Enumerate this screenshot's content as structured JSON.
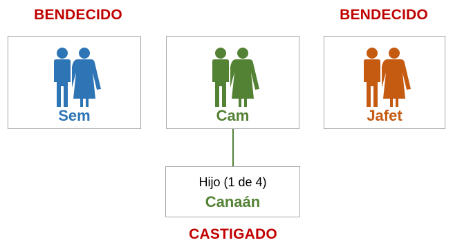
{
  "labels": {
    "left_status": "BENDECIDO",
    "right_status": "BENDECIDO",
    "bottom_status": "CASTIGADO"
  },
  "sons": [
    {
      "name": "Sem",
      "color": "#2e75b6",
      "icon": "couple-icon"
    },
    {
      "name": "Cam",
      "color": "#548235",
      "icon": "couple-icon"
    },
    {
      "name": "Jafet",
      "color": "#c55a11",
      "icon": "couple-icon"
    }
  ],
  "child": {
    "caption": "Hijo (1 de 4)",
    "name": "Canaán",
    "color": "#548235"
  },
  "colors": {
    "status_red": "#c00000",
    "box_border": "#a6a6a6",
    "connector": "#538135"
  }
}
